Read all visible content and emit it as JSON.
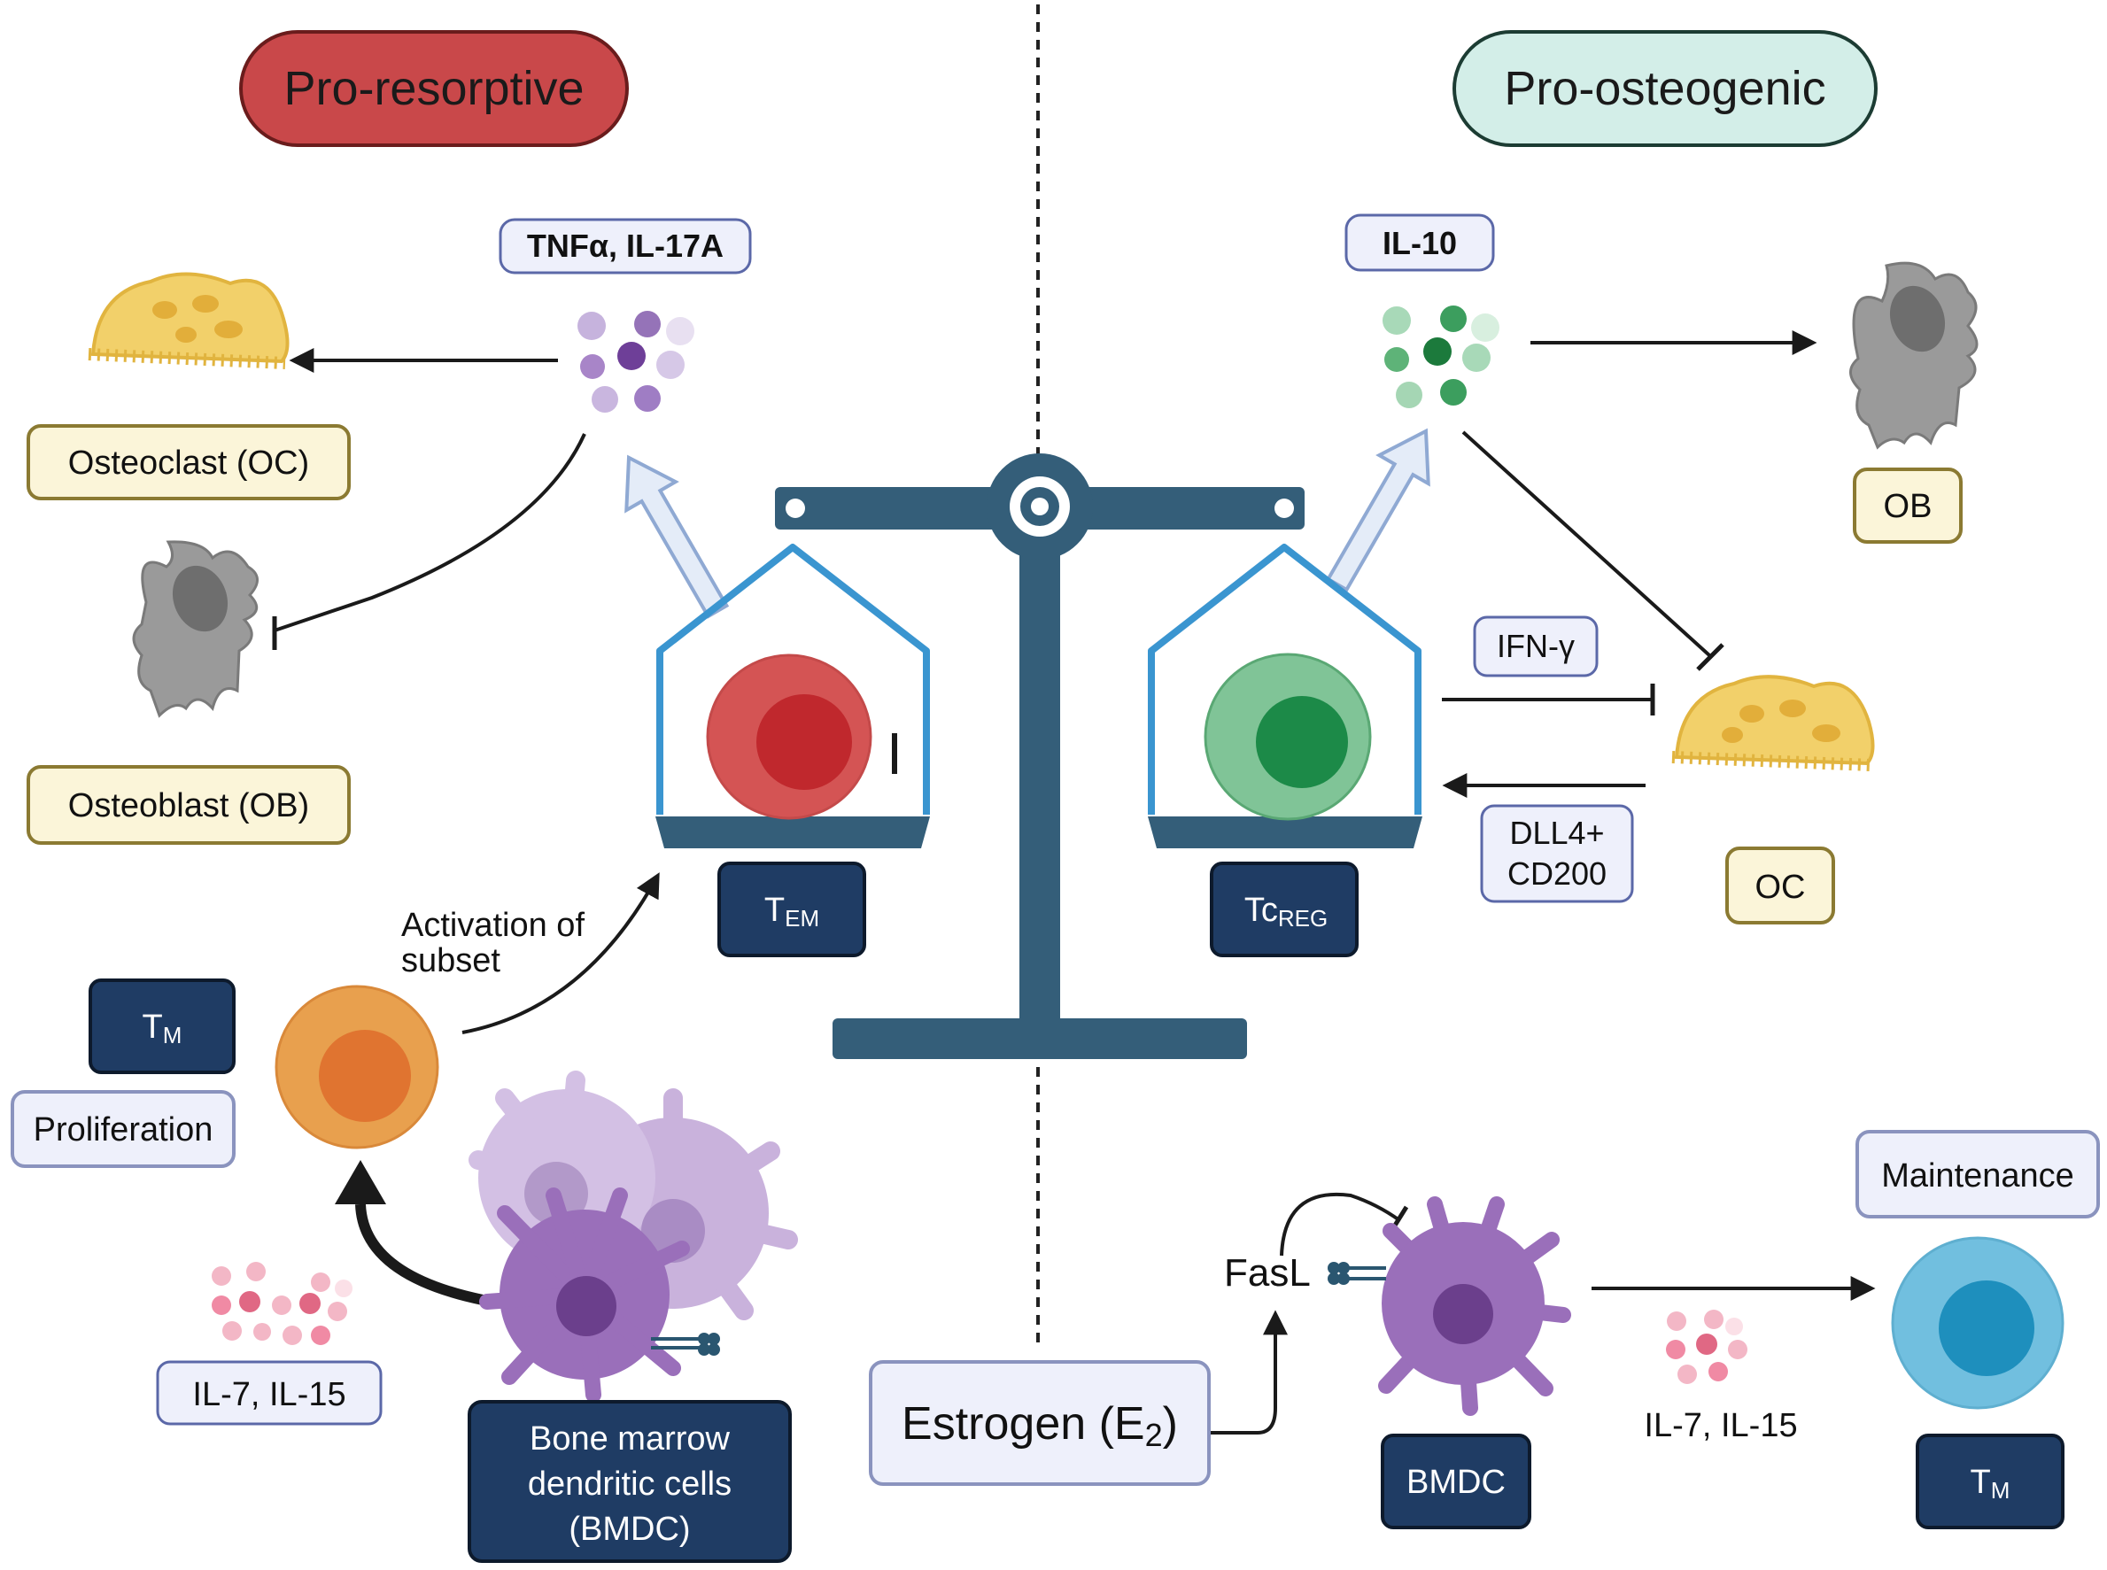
{
  "headers": {
    "left": "Pro-resorptive",
    "right": "Pro-osteogenic"
  },
  "cytokines": {
    "tnf": "TNFα, IL-17A",
    "il10": "IL-10",
    "ifng": "IFN-γ",
    "dll4_line1": "DLL4+",
    "dll4_line2": "CD200",
    "il7_left": "IL-7, IL-15",
    "il7_right": "IL-7, IL-15"
  },
  "cells": {
    "osteoclast_label": "Osteoclast (OC)",
    "osteoblast_label": "Osteoblast (OB)",
    "ob_short": "OB",
    "oc_short": "OC",
    "tem": "T",
    "tem_sub": "EM",
    "tcreg": "Tc",
    "tcreg_sub": "REG",
    "tm_left": "T",
    "tm_left_sub": "M",
    "tm_right": "T",
    "tm_right_sub": "M",
    "bmdc_line1": "Bone marrow",
    "bmdc_line2": "dendritic cells",
    "bmdc_line3": "(BMDC)",
    "bmdc_short": "BMDC"
  },
  "processes": {
    "activation_line1": "Activation of",
    "activation_line2": "subset",
    "proliferation": "Proliferation",
    "maintenance": "Maintenance",
    "fasl": "FasL",
    "estrogen": "Estrogen (E",
    "estrogen_sub": "2",
    "estrogen_close": ")"
  },
  "colors": {
    "pro_resorptive": "#c9484a",
    "pro_osteogenic": "#d3eee8",
    "navy": "#1f3c64",
    "scale": "#345e79",
    "house": "#3a95d0",
    "tem_cell": "#d45454",
    "tcreg_cell": "#80c497",
    "tm_cell": "#e8a04e",
    "tm_right_cell": "#71bfdf",
    "bmdc": "#9a6fba",
    "osteoclast": "#f2d06a",
    "osteoblast": "#9a9a9a"
  }
}
